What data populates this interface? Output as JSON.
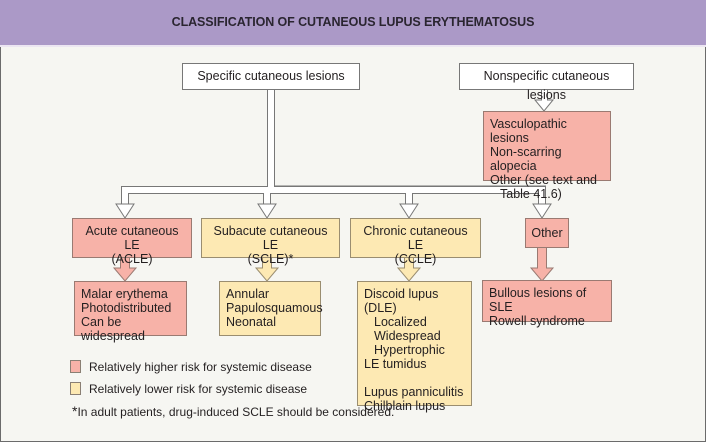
{
  "title": "CLASSIFICATION OF CUTANEOUS LUPUS ERYTHEMATOSUS",
  "colors": {
    "header": "#ab99c7",
    "higher_risk": "#f7b2a8",
    "lower_risk": "#fde9b3",
    "background": "#f6f6f2"
  },
  "specific": {
    "label": "Specific cutaneous lesions",
    "categories": [
      {
        "name_lines": [
          "Acute cutaneous LE",
          "(ACLE)"
        ],
        "risk": "higher",
        "items": [
          "Malar erythema",
          "Photodistributed",
          "Can be widespread"
        ]
      },
      {
        "name_lines": [
          "Subacute cutaneous LE",
          "(SCLE)*"
        ],
        "risk": "lower",
        "items": [
          "Annular",
          "Papulosquamous",
          "Neonatal"
        ]
      },
      {
        "name_lines": [
          "Chronic cutaneous LE",
          "(CCLE)"
        ],
        "risk": "lower",
        "items": [
          "Discoid lupus (DLE)",
          "Localized",
          "Widespread",
          "Hypertrophic",
          "LE tumidus",
          "",
          "Lupus panniculitis",
          "Chilblain lupus"
        ]
      },
      {
        "name_lines": [
          "Other"
        ],
        "risk": "higher",
        "items": [
          "Bullous lesions of SLE",
          "Rowell syndrome"
        ]
      }
    ]
  },
  "nonspecific": {
    "label": "Nonspecific cutaneous lesions",
    "risk": "higher",
    "items": [
      "Vasculopathic lesions",
      "Non-scarring alopecia",
      "Other (see text and",
      "Table 41.6)"
    ]
  },
  "legend": [
    {
      "risk": "higher",
      "label": "Relatively higher risk for systemic disease"
    },
    {
      "risk": "lower",
      "label": "Relatively lower risk for systemic disease"
    }
  ],
  "footnote": {
    "marker": "*",
    "text": "In adult patients, drug-induced SCLE should be considered."
  }
}
